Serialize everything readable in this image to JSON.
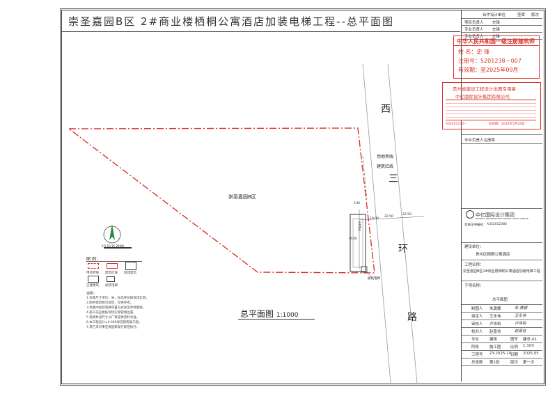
{
  "title": "崇圣嘉园B区 2#商业楼栖桐公寓酒店加装电梯工程--总平面图",
  "plan": {
    "site_label": "崇圣嘉园B区",
    "road_chars": [
      "西",
      "三",
      "环",
      "路"
    ],
    "land_line": "用地界线",
    "building_line": "建筑红线",
    "building_label": "2#商业",
    "elevator_label": "加装电梯",
    "dims": [
      "10.00",
      "22.50",
      "22.50",
      "3.00",
      "40.00"
    ],
    "drawing_title": "总平面图",
    "drawing_scale": "1:1000",
    "scale_ticks": "0  5  10  15  20(M)",
    "legend_title": "图 例：",
    "legend_items": [
      "用地界线",
      "建筑红线",
      "新建建筑",
      "已建建筑",
      "加装电梯"
    ],
    "notes_title": "说明：",
    "notes": [
      "1.本图尺寸单位：米，标高单位按现场实测。",
      "2.图中建筑物为现状，仅供参考。",
      "3.本图中加装电梯布置方式详见单体图纸。",
      "4.施工前应复核现场实际管线位置。",
      "5.电梯井道尺寸以厂家提供资料为准。",
      "6.本工程设计±0.000详见建筑施工图。",
      "7.其它未尽事宜按国家现行规范执行。"
    ]
  },
  "sidebar": {
    "header": [
      "合作设计单位",
      "签章",
      "版次"
    ],
    "roles": [
      {
        "role": "项目负责人",
        "name": "史锋"
      },
      {
        "role": "专业负责人",
        "name": "史锋"
      },
      {
        "role": "专业负责人",
        "name": "史锋"
      }
    ],
    "architect_stamp": {
      "title": "中华人民共和国一级注册建筑师",
      "name_label": "姓 名：",
      "name": "史 锋",
      "reg_label": "注册号：",
      "reg": "5201238－007",
      "valid_label": "有效期：",
      "valid": "至2025年09月"
    },
    "company_stamp": {
      "title": "贵州省建设工程设计出图专用章",
      "company": "中亿国际设计集团有限公司",
      "code": "A32201230－",
      "valid": "有效期：2024年5月24日"
    },
    "designer_row": "专业负责人注册章",
    "company_block": {
      "name": "中亿国际设计集团",
      "name_en": "ZHONGYI INTERNATIONAL DESIGN GROUP LIMITED",
      "cert_label": "资质证书编号：",
      "cert": "A352012386"
    },
    "client_label": "建设单位：",
    "client": "贵州区栖桐公寓酒店",
    "project_label": "工程名称：",
    "project": "崇圣嘉园B区2#商业楼栖桐公寓酒店加装电梯工程",
    "subproject_label": "子项名称：",
    "drawing_name": "总平面图",
    "signoff": [
      {
        "role": "制图人",
        "name": "朱黄娜",
        "sign": "朱·黄娜"
      },
      {
        "role": "审定人",
        "name": "王永伟",
        "sign": "王永伟"
      },
      {
        "role": "审核人",
        "name": "卢伟柏",
        "sign": "卢伟柏"
      },
      {
        "role": "校对人",
        "name": "赵晋信",
        "sign": "赵晋信"
      }
    ],
    "meta": [
      {
        "k": "专业",
        "v": "建筑",
        "k2": "图号",
        "v2": "建总-01"
      },
      {
        "k": "阶段",
        "v": "施工图",
        "k2": "比例",
        "v2": "1:100"
      },
      {
        "k": "工程号",
        "v": "ZY-2025-16",
        "k2": "日期",
        "v2": "2025.05"
      },
      {
        "k": "总张数",
        "v": "第1张",
        "k2": "版次",
        "v2": "第一次"
      }
    ]
  }
}
